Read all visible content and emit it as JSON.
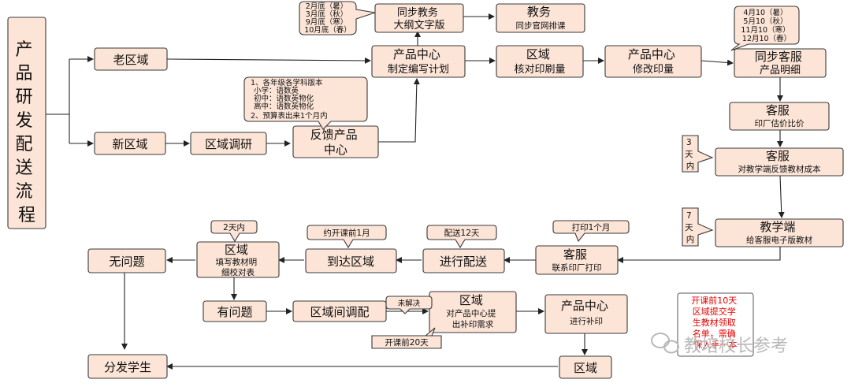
{
  "title": "产品研发配送流程",
  "nodes": {
    "old_region": "老区域",
    "new_region": "新区域",
    "region_research": "区域调研",
    "feedback_pc": [
      "反馈产品",
      "中心"
    ],
    "sync_jiaowu": [
      "同步教务",
      "大纲文字版"
    ],
    "jiaowu": [
      "教务",
      "同步官网排课"
    ],
    "pc_plan": [
      "产品中心",
      "制定编写计划"
    ],
    "region_check": [
      "区域",
      "核对印刷量"
    ],
    "pc_modify": [
      "产品中心",
      "修改印量"
    ],
    "cs_sync": [
      "同步客服",
      "产品明细"
    ],
    "cs_quote": [
      "客服",
      "印厂估价比价"
    ],
    "cs_feedback": [
      "客服",
      "对教学端反馈教材成本"
    ],
    "teaching_end": [
      "教学端",
      "给客服电子版教材"
    ],
    "cs_print": [
      "客服",
      "联系印厂打印"
    ],
    "delivery": "进行配送",
    "arrive_region": "到达区域",
    "region_fill": [
      "区域",
      "填写教材明",
      "细校对表"
    ],
    "no_problem": "无问题",
    "has_problem": "有问题",
    "region_transfer": "区域间调配",
    "region_request": [
      "区域",
      "对产品中心提",
      "出补印需求"
    ],
    "pc_reprint": [
      "产品中心",
      "进行补印"
    ],
    "region_final": "区域",
    "distribute": "分发学生"
  },
  "callouts": {
    "dates_left": [
      "2月底（暑）",
      "3月底（秋）",
      "9月底（寒）",
      "10月底（春）"
    ],
    "dates_right": [
      "4月10（暑）",
      "5月10（秋）",
      "11月10（寒）",
      "12月10（春）"
    ],
    "subjects": [
      "1、各年级各学科版本",
      "小学：语数英",
      "初中：语数英物化",
      "高中：语数英物化",
      "2、预算表出来1个月内"
    ],
    "three_days": [
      "3",
      "天",
      "内"
    ],
    "seven_days": [
      "7",
      "天",
      "内"
    ],
    "print_month": "打印1个月",
    "delivery_days": "配送12天",
    "one_month_before": "约开课前1月",
    "two_days": "2天内",
    "unresolved": "未解决",
    "twenty_days": "开课前20天"
  },
  "note": [
    "开课前10天",
    "区域提交学",
    "生教材领取",
    "名单，需确",
    "保人手一本"
  ],
  "watermark": "教培校长参考",
  "colors": {
    "box_fill": "#fce4d6",
    "note_text": "#e60000"
  }
}
